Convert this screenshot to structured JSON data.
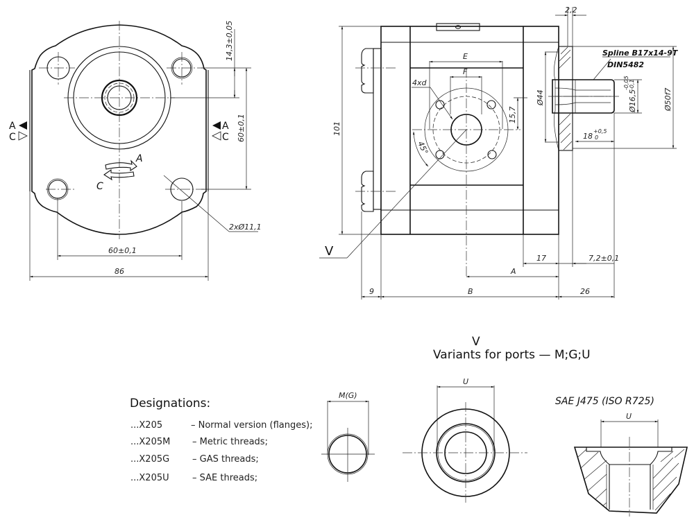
{
  "drawing": {
    "front_view": {
      "dim_bolt_offset": "14,3±0,05",
      "dim_bolt_vertical": "60±0,1",
      "dim_bolt_horizontal": "60±0,1",
      "dim_width": "86",
      "dim_holes": "2xØ11,1",
      "port_markers": {
        "left_a": "A",
        "left_c": "C",
        "right_a": "A",
        "right_c": "C"
      },
      "rotation": {
        "a": "A",
        "c": "C"
      }
    },
    "side_view": {
      "dim_height": "101",
      "dim_e": "E",
      "dim_f": "F",
      "dim_4xd": "4xd",
      "dim_15_7": "15,7",
      "dim_angle": "45°",
      "dim_44": "Ø44",
      "dim_2_2": "2,2",
      "spline_line1": "Spline B17x14-9T",
      "spline_line2": "DIN5482",
      "dim_shaft": "Ø16,5",
      "dim_shaft_tol_upper": "-0,05",
      "dim_shaft_tol_lower": "-0,1",
      "dim_pilot": "Ø50f7",
      "dim_spline_len": "18",
      "dim_spline_len_tol_upper": "+0,5",
      "dim_spline_len_tol_lower": "0",
      "dim_17": "17",
      "dim_7_2": "7,2±0,1",
      "dim_a": "A",
      "dim_9": "9",
      "dim_b": "B",
      "dim_26": "26",
      "section_label": "V"
    },
    "variants": {
      "marker": "V",
      "title": "Variants for ports — M;G;U",
      "dim_mg": "M(G)",
      "dim_u1": "U",
      "dim_u2": "U",
      "sae_title": "SAE J475 (ISO R725)"
    },
    "designations": {
      "title": "Designations:",
      "items": [
        {
          "code": "...X205",
          "desc": "– Normal version (flanges);"
        },
        {
          "code": "...X205M",
          "desc": "– Metric threads;"
        },
        {
          "code": "...X205G",
          "desc": "– GAS threads;"
        },
        {
          "code": "...X205U",
          "desc": "– SAE threads;"
        }
      ]
    }
  }
}
